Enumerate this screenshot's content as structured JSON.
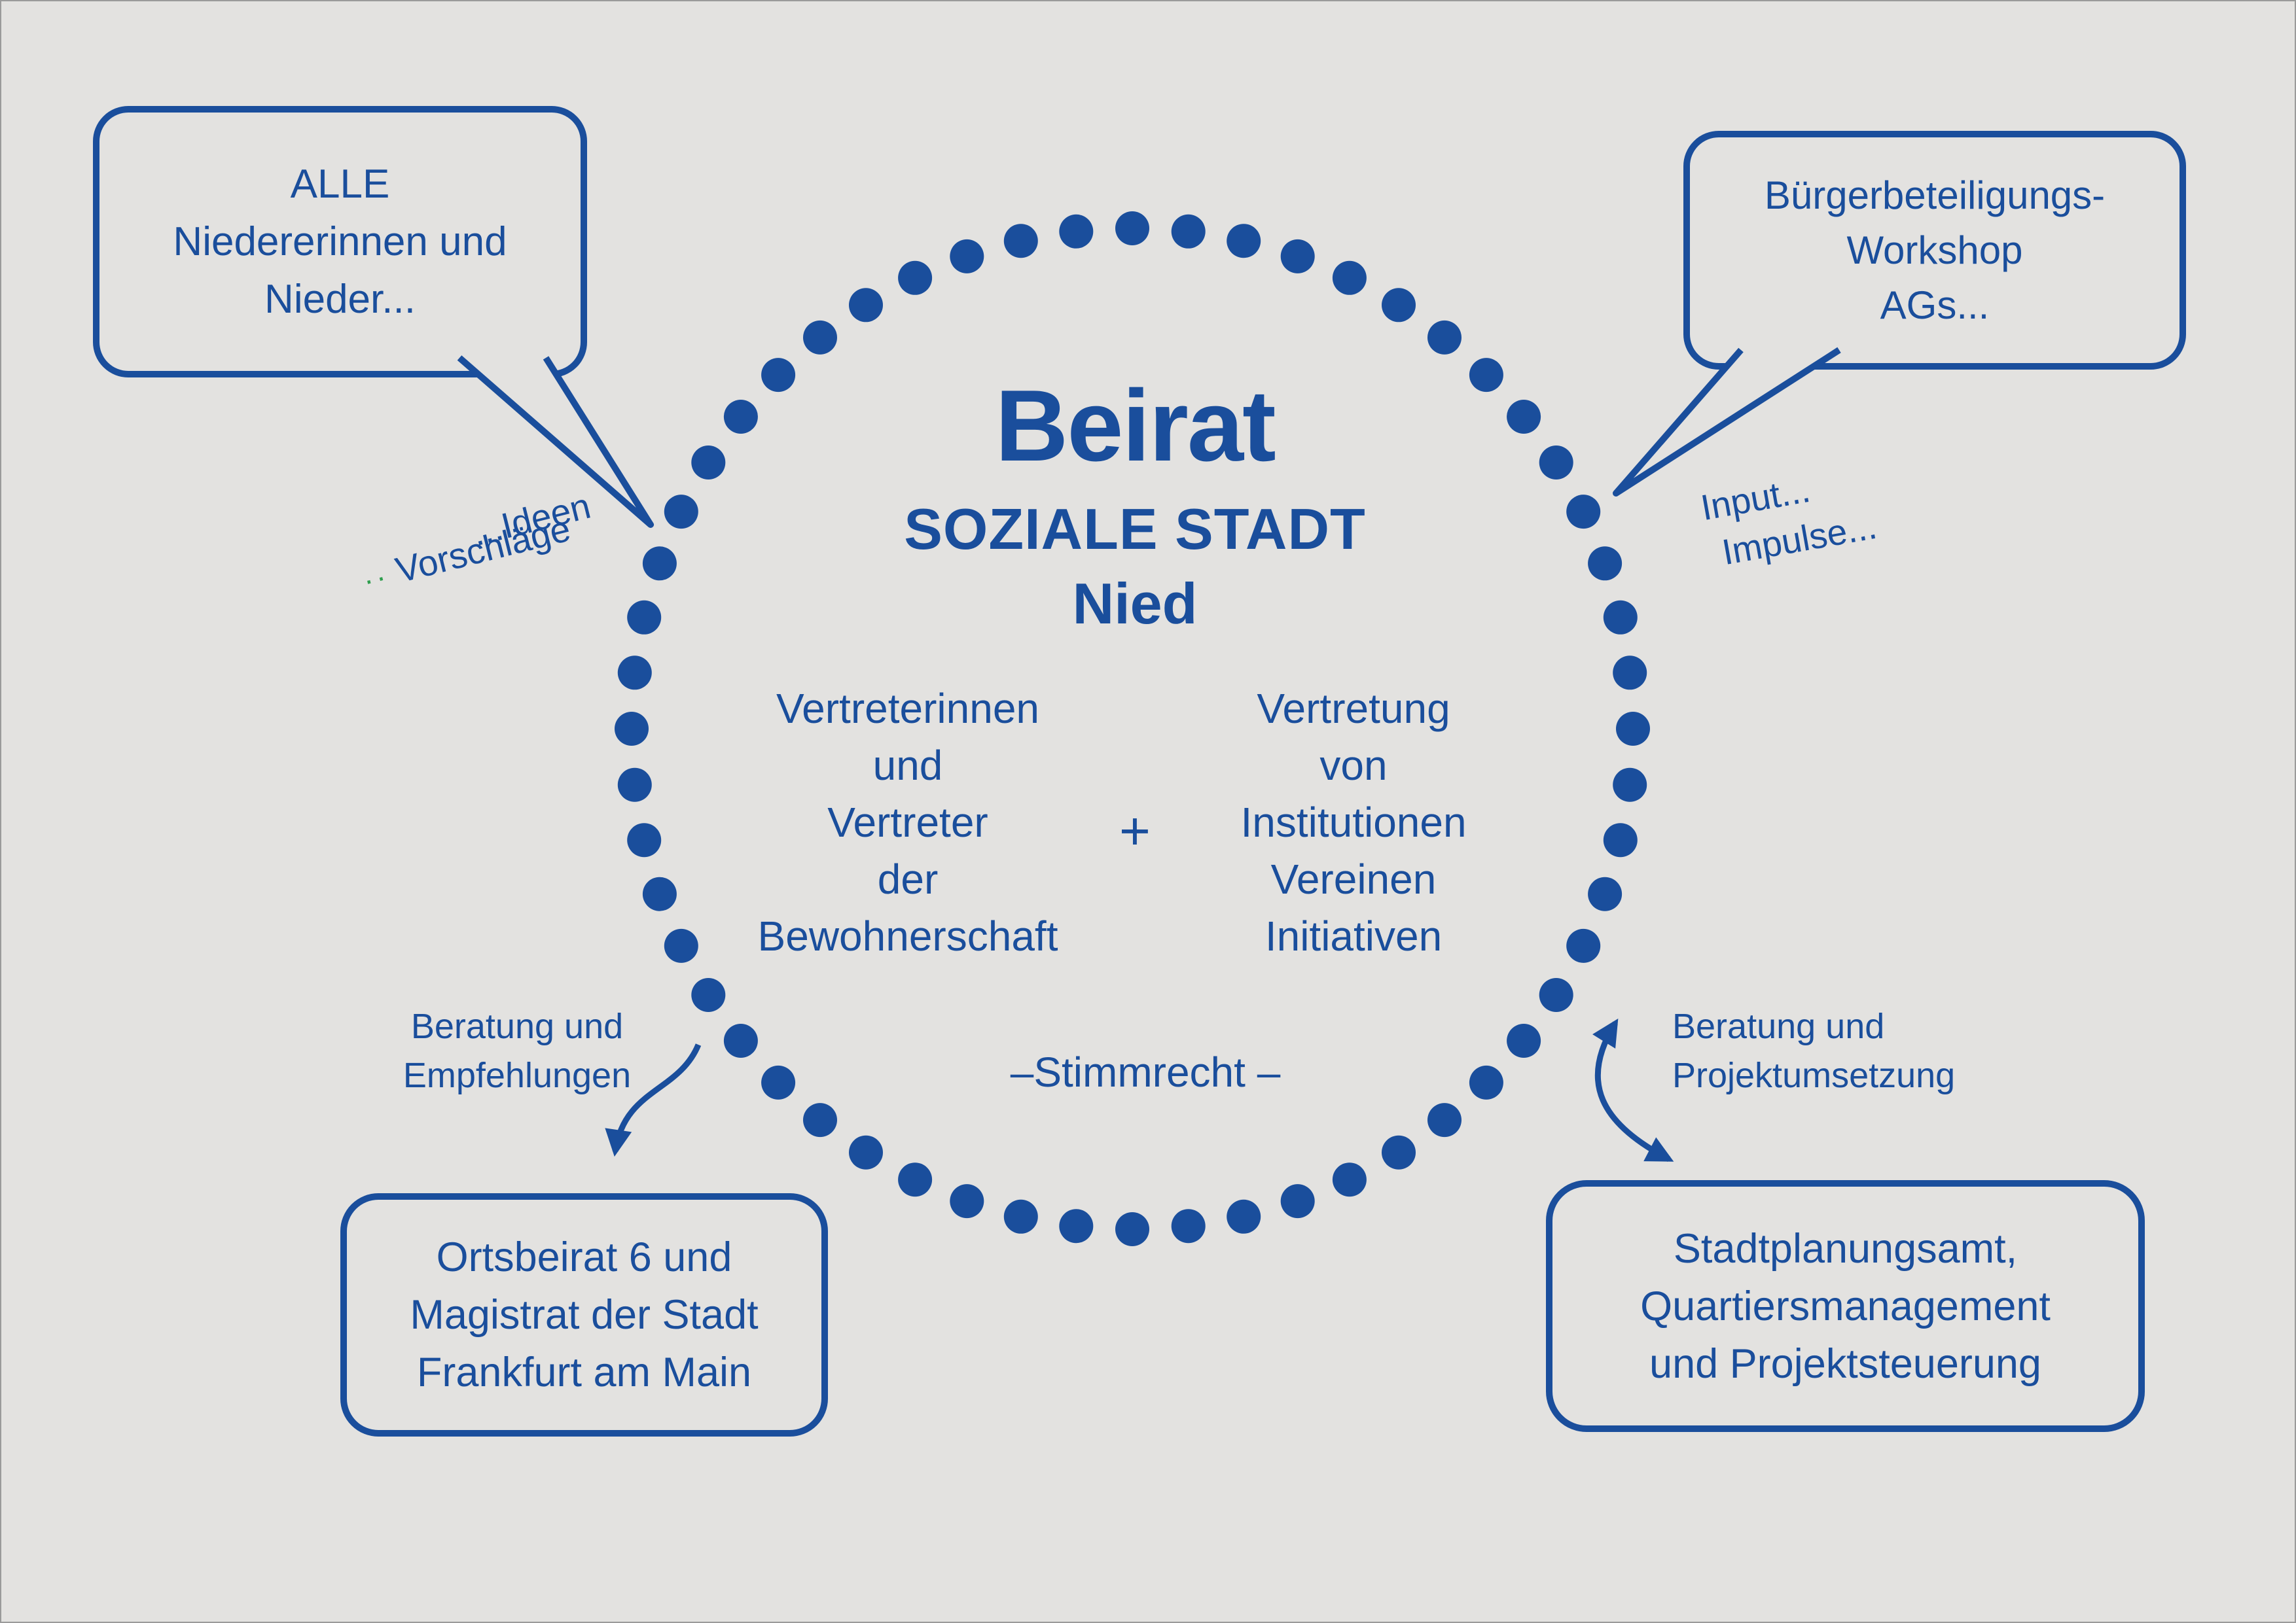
{
  "colors": {
    "blue": "#1a4e9c",
    "background": "#e3e2e0",
    "green_accent": "#2f9e4e"
  },
  "center": {
    "title": "Beirat",
    "subtitle_line1": "SOZIALE STADT",
    "subtitle_line2": "Nied",
    "left_group": {
      "lines": [
        "Vertreterinnen",
        "und",
        "Vertreter",
        "der",
        "Bewohnerschaft"
      ]
    },
    "plus_sign": "+",
    "right_group": {
      "lines": [
        "Vertretung",
        "von",
        "Institutionen",
        "Vereinen",
        "Initiativen"
      ]
    },
    "voting_note": "–Stimmrecht –"
  },
  "speech_bubbles": {
    "top_left": {
      "lines": [
        "ALLE",
        "Niedererinnen und",
        "Nieder..."
      ]
    },
    "top_right": {
      "lines": [
        "Bürgerbeteiligungs-",
        "Workshop",
        "AGs..."
      ]
    }
  },
  "boxes": {
    "bottom_left": {
      "lines": [
        "Ortsbeirat 6 und",
        "Magistrat der Stadt",
        "Frankfurt am Main"
      ]
    },
    "bottom_right": {
      "lines": [
        "Stadtplanungsamt,",
        "Quartiersmanagement",
        "und Projektsteuerung"
      ]
    }
  },
  "annotations": {
    "ideen": "...Ideen",
    "vorschlaege_dots": "··",
    "vorschlaege": "Vorschläge",
    "input": "Input...",
    "impulse": "Impulse...",
    "beratung_empfehlungen": {
      "lines": [
        "Beratung und",
        "Empfehlungen"
      ]
    },
    "beratung_projektumsetzung": {
      "lines": [
        "Beratung und",
        "Projektumsetzung"
      ]
    }
  }
}
